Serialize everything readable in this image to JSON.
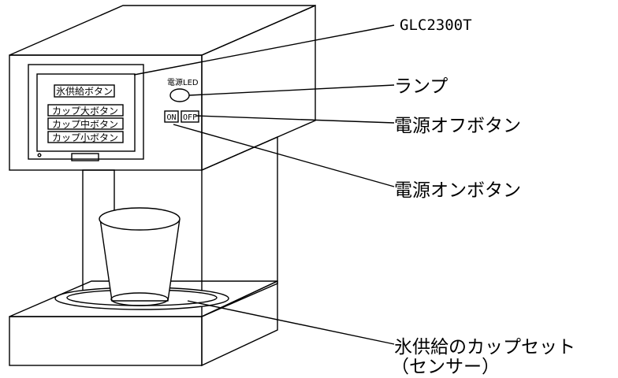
{
  "device": {
    "screen_buttons": [
      "氷供給ボタン",
      "カップ大ボタン",
      "カップ中ボタン",
      "カップ小ボタン"
    ],
    "led_label": "電源LED",
    "on_label": "ON",
    "off_label": "OFF"
  },
  "callouts": {
    "display": "GLC2300T",
    "lamp": "ランプ",
    "power_off": "電源オフボタン",
    "power_on": "電源オンボタン",
    "cup_set_line1": "氷供給のカップセット",
    "cup_set_line2": "（センサー）"
  }
}
